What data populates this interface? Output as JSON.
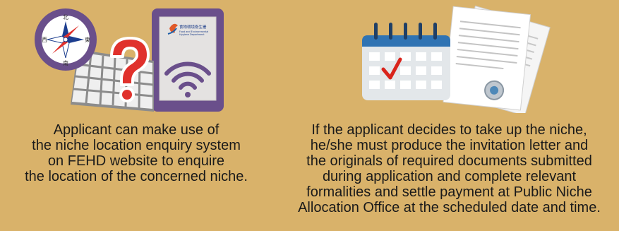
{
  "left": {
    "compass": {
      "north": "北",
      "south": "南",
      "east": "東",
      "west": "西"
    },
    "tablet_logo": {
      "name_zh": "食物環境衞生署",
      "name_en_line1": "Food and Environmental",
      "name_en_line2": "Hygiene Department"
    },
    "caption_lines": [
      "Applicant can make use of",
      "the niche location enquiry system",
      "on FEHD website to enquire",
      "the location of the concerned niche."
    ]
  },
  "right": {
    "caption_lines": [
      "If the applicant decides to take up the niche,",
      "he/she must produce the invitation letter and",
      "the originals of required documents submitted",
      "during application and complete relevant",
      "formalities and settle payment at Public Niche",
      "Allocation Office at the scheduled date and time."
    ]
  },
  "colors": {
    "background": "#d9b26a",
    "purple_frame": "#6a4f8b",
    "question_mark_red": "#e0312c",
    "calendar_blue": "#2f73b3",
    "check_red": "#d9241c"
  },
  "icons": [
    "compass-icon",
    "niche-grid-icon",
    "question-mark-icon",
    "tablet-icon",
    "wifi-icon",
    "calendar-icon",
    "checkmark-icon",
    "documents-icon",
    "seal-icon"
  ]
}
